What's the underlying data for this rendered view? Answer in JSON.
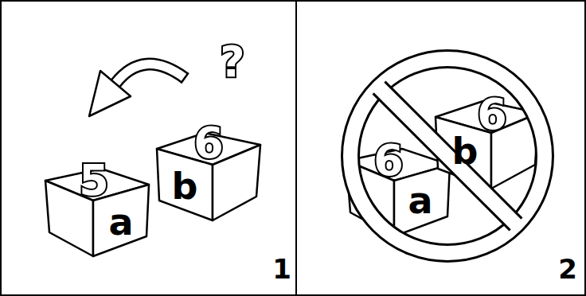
{
  "diagram": {
    "nodes": [
      {
        "text": [
          "1"
        ]
      },
      {
        "text": [
          "5",
          "a"
        ],
        "in": 0
      },
      {
        "text": [
          "6",
          "b"
        ],
        "in": 0
      },
      {
        "text": [
          "2"
        ]
      },
      {
        "text": [
          "6",
          "a"
        ],
        "in": 3
      },
      {
        "text": [
          "6",
          "b"
        ],
        "in": 3
      }
    ],
    "labels": [
      "?"
    ]
  }
}
